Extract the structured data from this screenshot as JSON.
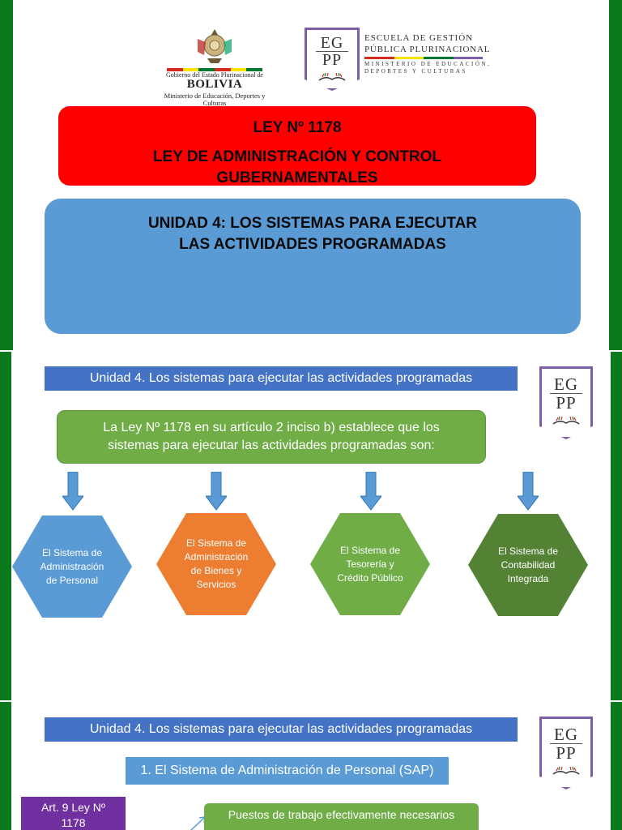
{
  "slide1": {
    "gov_logo": {
      "line1": "Gobierno del Estado Plurinacional de",
      "line2": "BOLIVIA",
      "line3": "Ministerio de Educación, Deportes y Culturas"
    },
    "egpp_logo": {
      "letters_top": "EG",
      "letters_bottom": "PP",
      "name_line1": "ESCUELA DE GESTIÓN",
      "name_line2": "PÚBLICA PLURINACIONAL",
      "ministry_line1": "MINISTERIO DE EDUCACIÓN,",
      "ministry_line2": "DEPORTES Y CULTURAS"
    },
    "law_number": "LEY Nº 1178",
    "law_title_1": "LEY DE ADMINISTRACIÓN Y CONTROL",
    "law_title_2": "GUBERNAMENTALES",
    "unit_title_1": "UNIDAD 4: LOS SISTEMAS PARA EJECUTAR",
    "unit_title_2": "LAS ACTIVIDADES PROGRAMADAS"
  },
  "slide2": {
    "header": "Unidad 4. Los sistemas para ejecutar las actividades programadas",
    "egpp_top": "EG",
    "egpp_bottom": "PP",
    "intro_1": "La Ley Nº 1178 en su artículo 2 inciso b) establece que los",
    "intro_2": "sistemas para ejecutar las actividades programadas son:",
    "systems": [
      {
        "label": "El Sistema de Administración de Personal",
        "color": "#5b9bd5"
      },
      {
        "label": "El Sistema de Administración de Bienes y Servicios",
        "color": "#ed7d31"
      },
      {
        "label": "El Sistema de Tesorería y Crédito Público",
        "color": "#70ad47"
      },
      {
        "label": "El Sistema de Contabilidad Integrada",
        "color": "#548235"
      }
    ]
  },
  "slide3": {
    "header": "Unidad 4. Los sistemas para ejecutar las actividades programadas",
    "egpp_top": "EG",
    "egpp_bottom": "PP",
    "section": "1. El Sistema de Administración de Personal (SAP)",
    "article_1": "Art. 9 Ley Nº",
    "article_2": "1178",
    "point": "Puestos de trabajo efectivamente necesarios"
  },
  "colors": {
    "side_bars": "#0b7a1e",
    "law_box": "#ff0000",
    "unit_box": "#5b9bd5",
    "header_bar": "#4472c4",
    "egpp_border": "#7b5ea7",
    "article_box": "#7030a0"
  }
}
